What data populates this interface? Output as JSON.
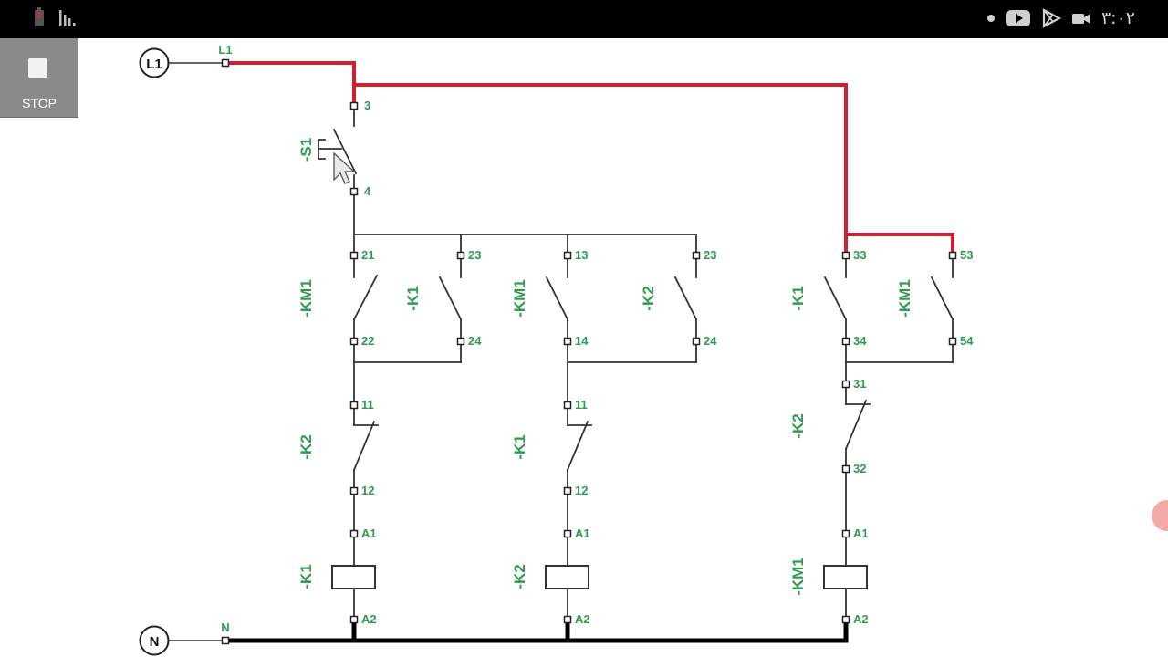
{
  "status_bar": {
    "time": "۳:۰۲",
    "icons": [
      "battery-icon",
      "signal-icon",
      "dot-icon",
      "youtube-icon",
      "play-store-icon",
      "video-camera-icon"
    ]
  },
  "stop_button": {
    "label": "STOP"
  },
  "colors": {
    "live_wire": "#d0202f",
    "neutral_wire": "#000000",
    "wire": "#333333",
    "label_green": "#2e9b4f"
  },
  "diagram": {
    "supply": {
      "line": "L1",
      "neutral": "N",
      "line_terminal": "L1",
      "neutral_terminal": "N"
    },
    "s1": {
      "name": "-S1",
      "top": "3",
      "bottom": "4"
    },
    "branch1": {
      "km1": {
        "name": "-KM1",
        "top": "21",
        "bottom": "22"
      },
      "k1": {
        "name": "-K1",
        "top": "23",
        "bottom": "24"
      },
      "k2": {
        "name": "-K2",
        "top": "11",
        "bottom": "12"
      },
      "coil": {
        "name": "-K1",
        "top": "A1",
        "bottom": "A2"
      }
    },
    "branch2": {
      "km1": {
        "name": "-KM1",
        "top": "13",
        "bottom": "14"
      },
      "k2": {
        "name": "-K2",
        "top": "23",
        "bottom": "24"
      },
      "k1": {
        "name": "-K1",
        "top": "11",
        "bottom": "12"
      },
      "coil": {
        "name": "-K2",
        "top": "A1",
        "bottom": "A2"
      }
    },
    "branch3": {
      "k1": {
        "name": "-K1",
        "top": "33",
        "bottom": "34"
      },
      "km1": {
        "name": "-KM1",
        "top": "53",
        "bottom": "54"
      },
      "k2": {
        "name": "-K2",
        "top": "31",
        "bottom": "32"
      },
      "coil": {
        "name": "-KM1",
        "top": "A1",
        "bottom": "A2"
      }
    }
  }
}
